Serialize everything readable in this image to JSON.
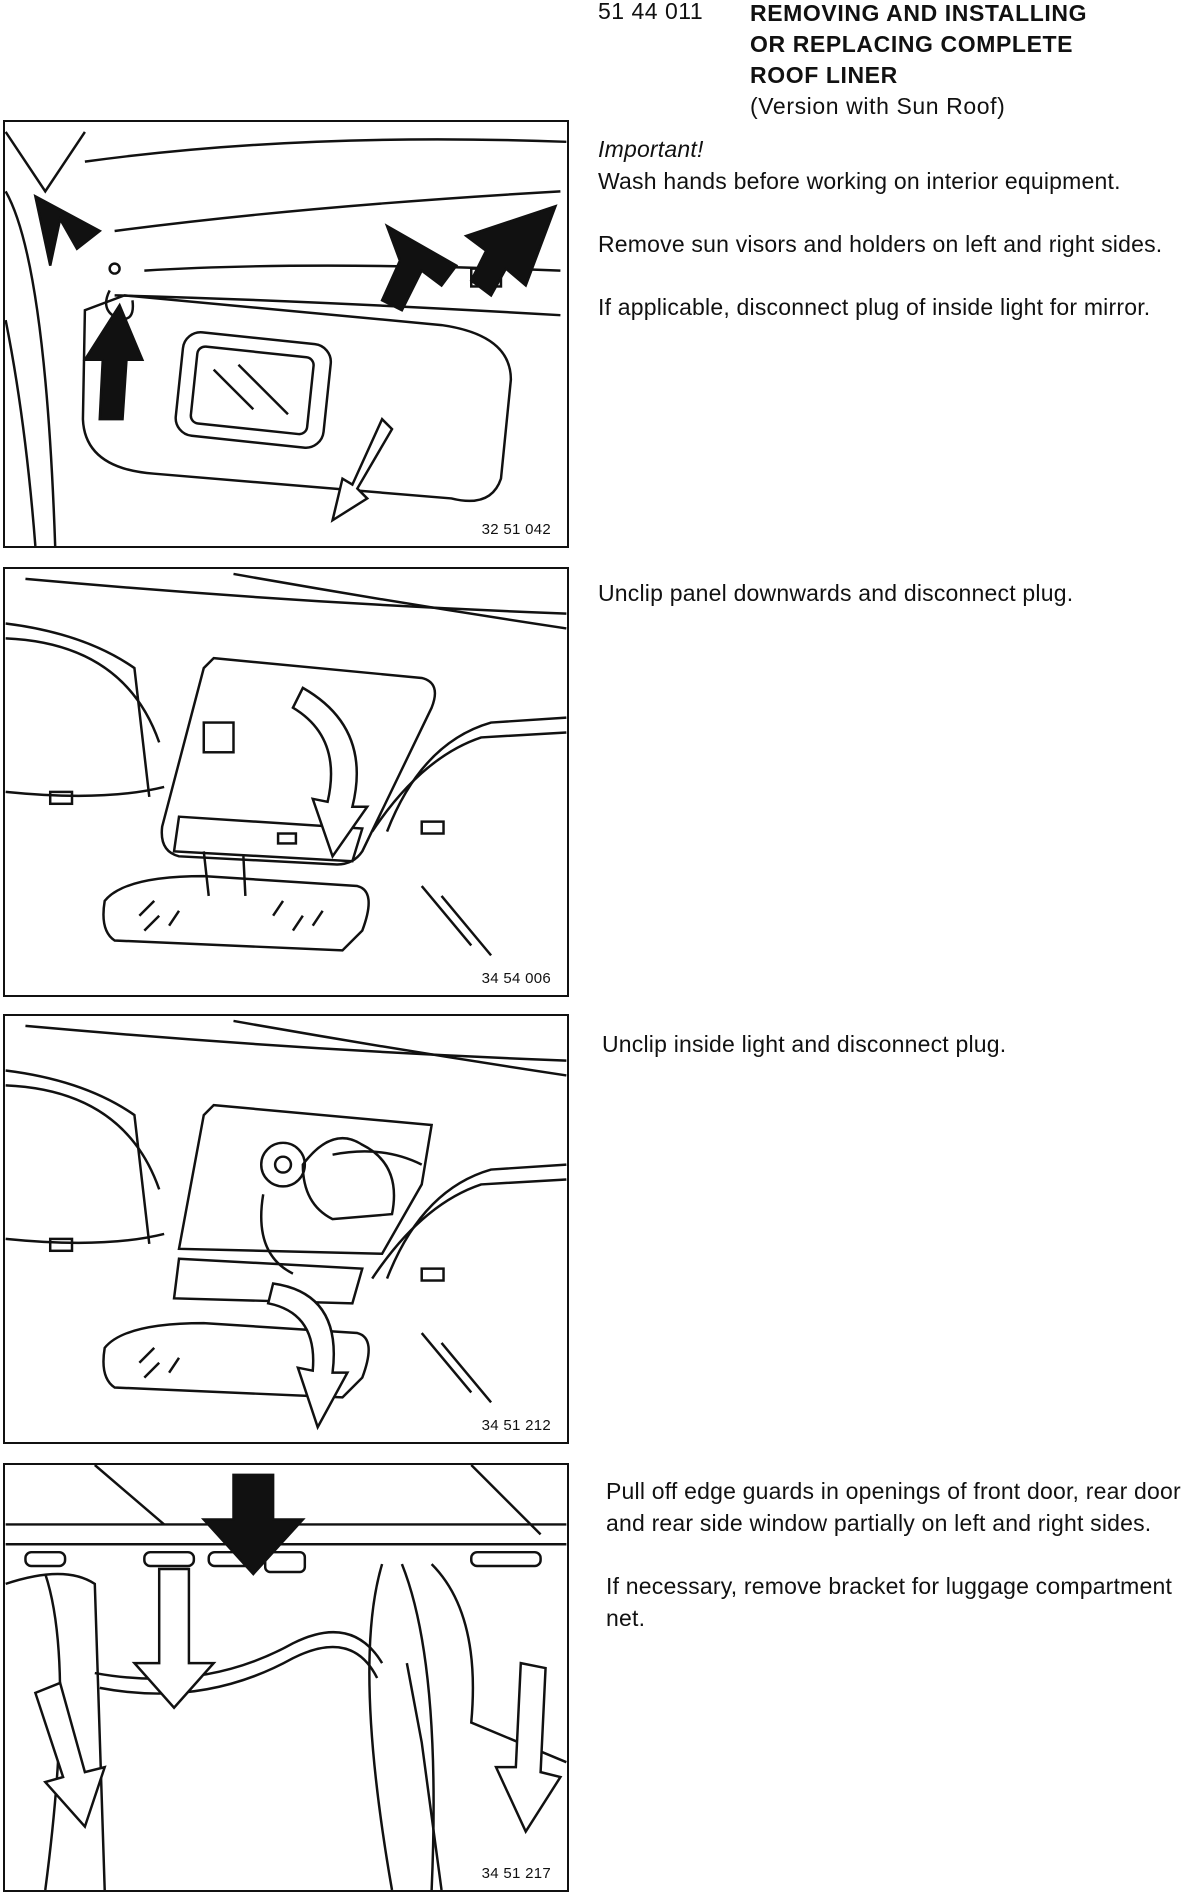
{
  "header": {
    "code": "51 44 011",
    "title_line1": "REMOVING AND INSTALLING",
    "title_line2": "OR REPLACING COMPLETE",
    "title_line3": "ROOF LINER",
    "subtitle": "(Version with Sun Roof)"
  },
  "sections": [
    {
      "figure_ref": "32 51 042",
      "important_label": "Important!",
      "paragraphs": [
        "Wash hands before working on interior equipment.",
        "Remove sun visors and holders on left and right sides.",
        "If applicable, disconnect plug of inside light for mirror."
      ]
    },
    {
      "figure_ref": "34 54 006",
      "paragraphs": [
        "Unclip panel downwards and disconnect plug."
      ]
    },
    {
      "figure_ref": "34 51 212",
      "paragraphs": [
        "Unclip inside light and disconnect plug."
      ]
    },
    {
      "figure_ref": "34 51 217",
      "paragraphs": [
        "Pull off edge guards in openings of front door, rear door and rear side window partially on left and right sides.",
        "If necessary, remove bracket for luggage compartment net."
      ]
    }
  ]
}
